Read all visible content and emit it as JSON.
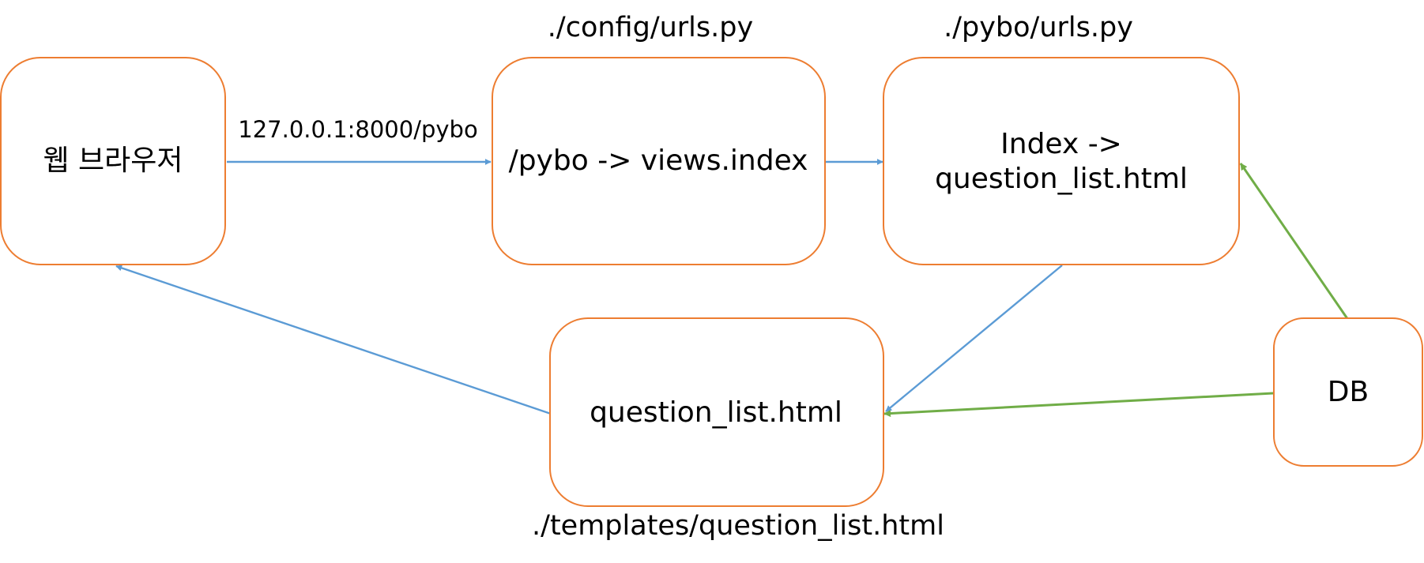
{
  "colors": {
    "node_border": "#ed7d31",
    "node_fill": "#ffffff",
    "request_edge": "#5b9bd5",
    "data_edge": "#70ad47",
    "text": "#000000"
  },
  "nodes": {
    "browser": {
      "label": "웹 브라우저"
    },
    "config_urls": {
      "caption": "./config/urls.py",
      "label": "/pybo -> views.index"
    },
    "pybo_urls": {
      "caption": "./pybo/urls.py",
      "label_line1": "Index ->",
      "label_line2": "question_list.html"
    },
    "template": {
      "caption": "./templates/question_list.html",
      "label": "question_list.html"
    },
    "db": {
      "label": "DB"
    }
  },
  "edges": {
    "browser_to_config": {
      "label": "127.0.0.1:8000/pybo"
    }
  }
}
